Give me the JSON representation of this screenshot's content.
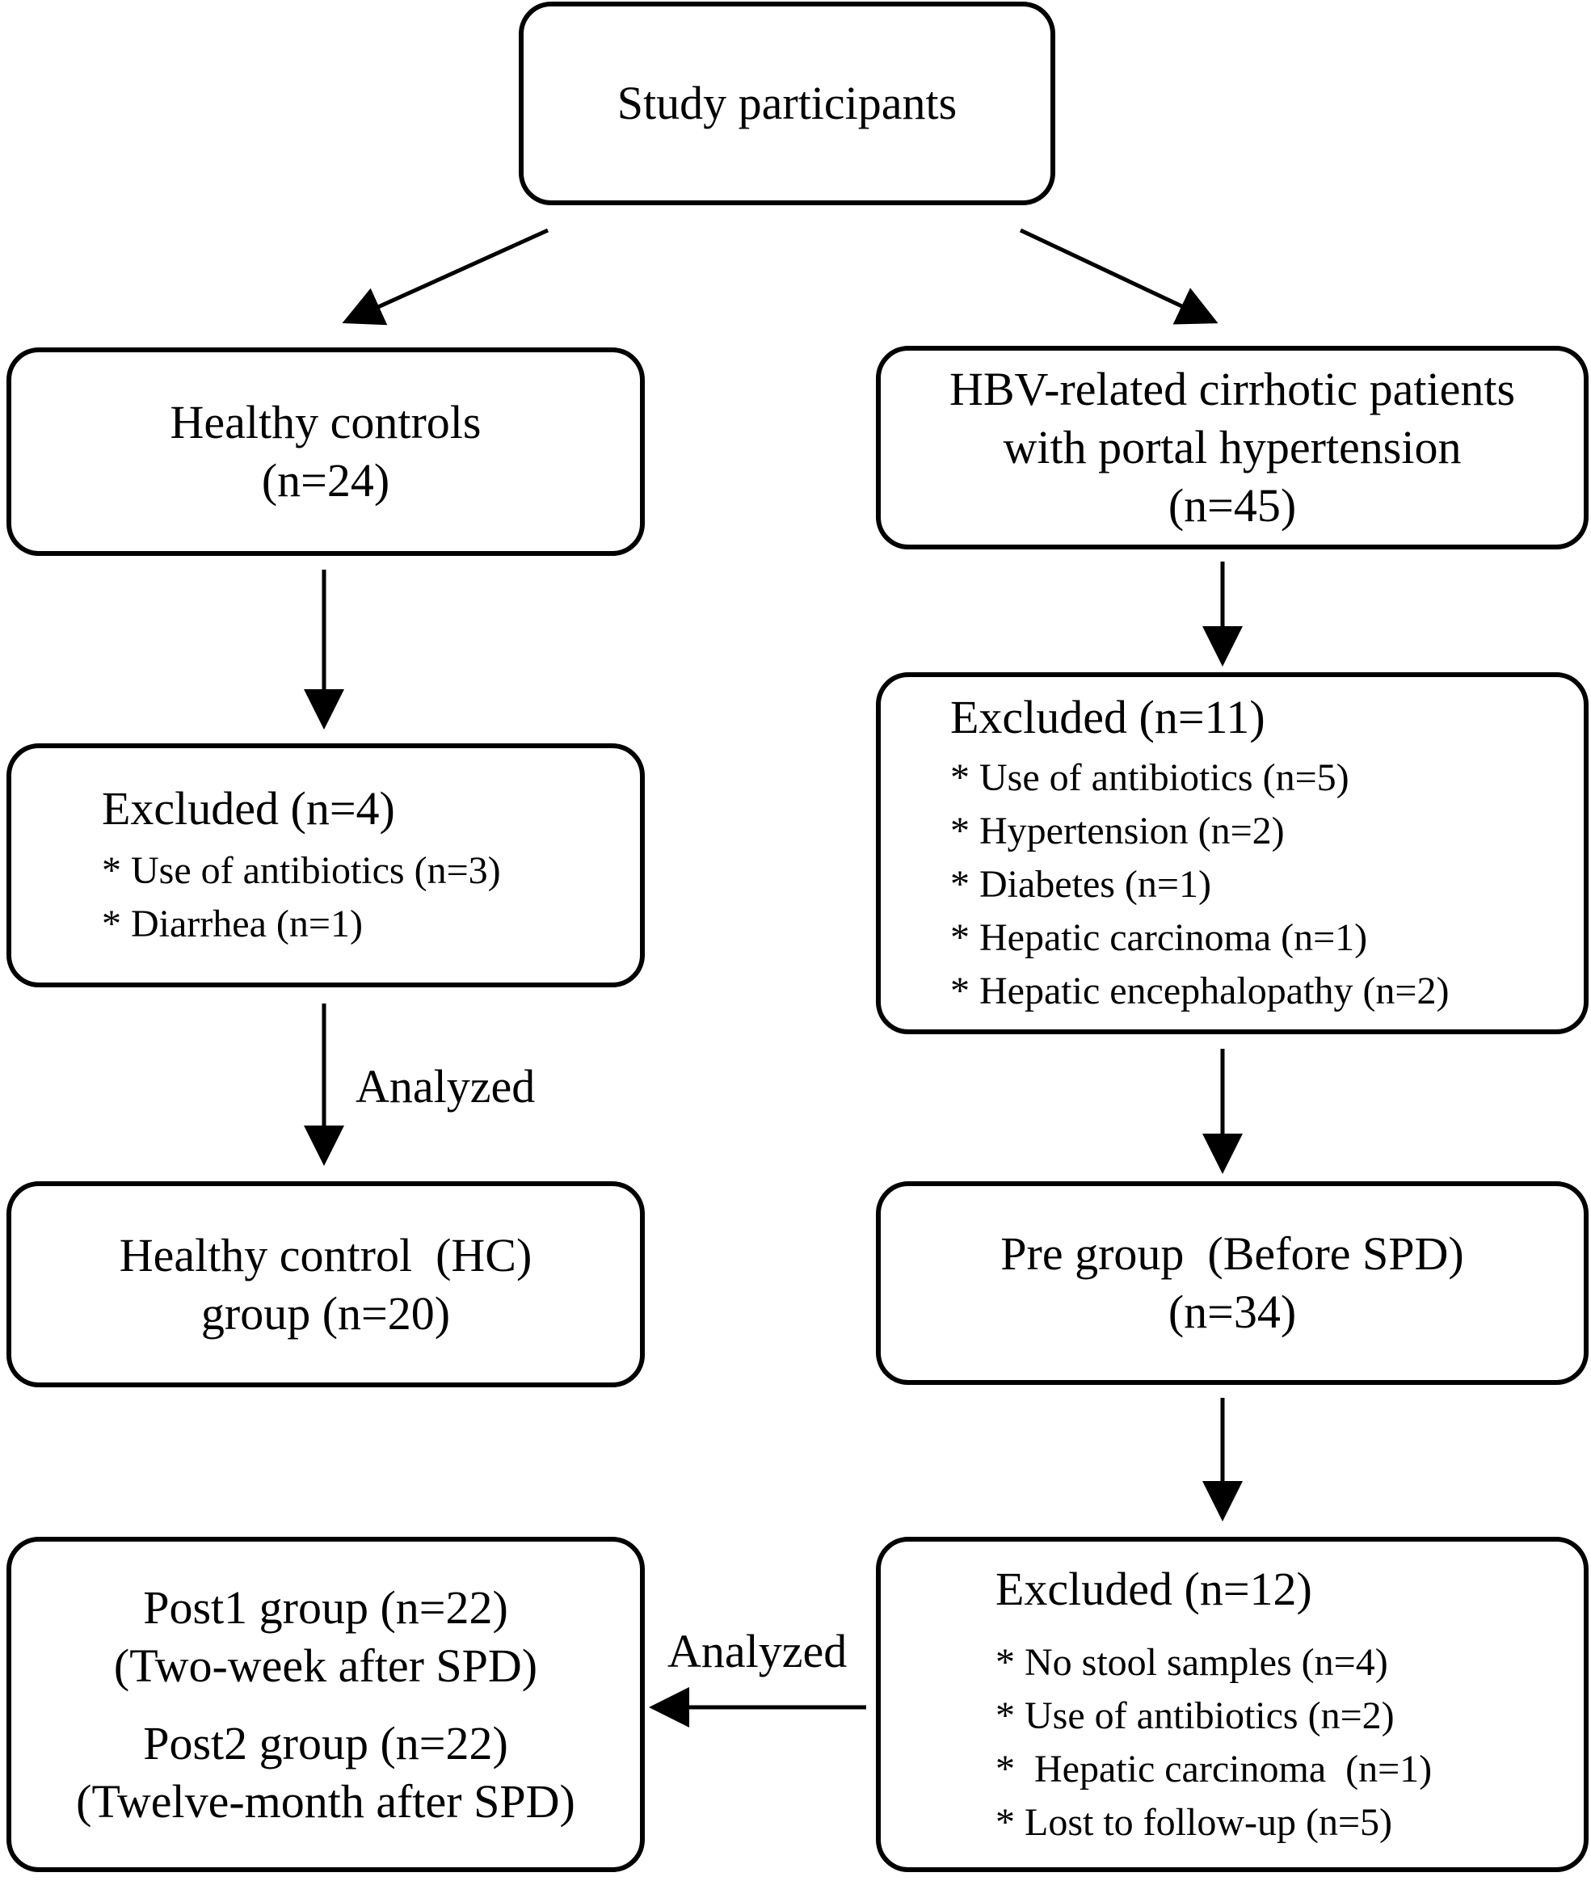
{
  "start": {
    "label": "Study participants"
  },
  "healthy": {
    "title": "Healthy controls",
    "count": "(n=24)"
  },
  "cirrhotic": {
    "line1": "HBV-related cirrhotic patients",
    "line2": "with portal hypertension",
    "count": "(n=45)"
  },
  "excluded_healthy": {
    "title": "Excluded (n=4)",
    "items": [
      "* Use of antibiotics (n=3)",
      "* Diarrhea (n=1)"
    ]
  },
  "excluded_cirrhotic": {
    "title": "Excluded (n=11)",
    "items": [
      "* Use of antibiotics (n=5)",
      "* Hypertension (n=2)",
      "* Diabetes (n=1)",
      "* Hepatic carcinoma (n=1)",
      "* Hepatic encephalopathy (n=2)"
    ]
  },
  "hc_group": {
    "line1": "Healthy control  (HC)",
    "line2": "group (n=20)"
  },
  "pre_group": {
    "line1": "Pre group  (Before SPD)",
    "line2": "(n=34)"
  },
  "post_groups": {
    "post1_title": "Post1 group (n=22)",
    "post1_desc": "(Two-week after SPD)",
    "post2_title": "Post2 group (n=22)",
    "post2_desc": "(Twelve-month after SPD)"
  },
  "excluded_followup": {
    "title": "Excluded (n=12)",
    "items": [
      "* No stool samples (n=4)",
      "* Use of antibiotics (n=2)",
      "*  Hepatic carcinoma  (n=1)",
      "* Lost to follow-up (n=5)"
    ]
  },
  "edge_labels": {
    "analyzed_left": "Analyzed",
    "analyzed_bottom": "Analyzed"
  }
}
